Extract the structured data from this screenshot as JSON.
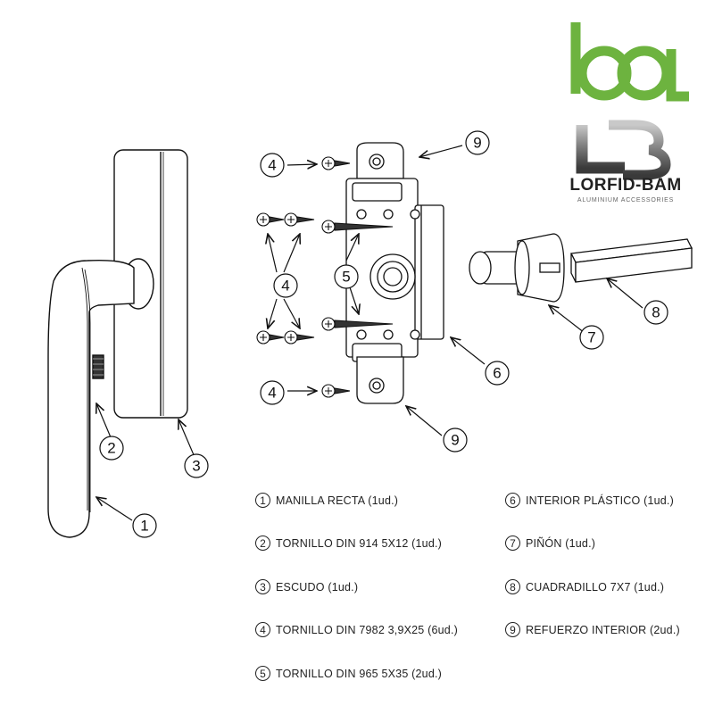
{
  "brand": {
    "name": "LORFID-BAM",
    "tagline": "ALUMINIUM ACCESSORIES",
    "mark_letters": "LB",
    "colors": {
      "green": "#6db33f",
      "steel": "#8a8a8a",
      "dark": "#2a2a2a"
    }
  },
  "callouts": [
    "1",
    "2",
    "3",
    "4",
    "4",
    "5",
    "6",
    "7",
    "8",
    "9",
    "9"
  ],
  "legend": [
    {
      "num": "1",
      "text": "MANILLA RECTA (1ud.)"
    },
    {
      "num": "2",
      "text": "TORNILLO DIN 914 5X12 (1ud.)"
    },
    {
      "num": "3",
      "text": "ESCUDO (1ud.)"
    },
    {
      "num": "4",
      "text": "TORNILLO DIN 7982 3,9X25 (6ud.)"
    },
    {
      "num": "5",
      "text": "TORNILLO DIN 965 5X35 (2ud.)"
    },
    {
      "num": "6",
      "text": "INTERIOR PLÁSTICO (1ud.)"
    },
    {
      "num": "7",
      "text": "PIÑÓN (1ud.)"
    },
    {
      "num": "8",
      "text": "CUADRADILLO 7X7 (1ud.)"
    },
    {
      "num": "9",
      "text": "REFUERZO INTERIOR (2ud.)"
    }
  ]
}
